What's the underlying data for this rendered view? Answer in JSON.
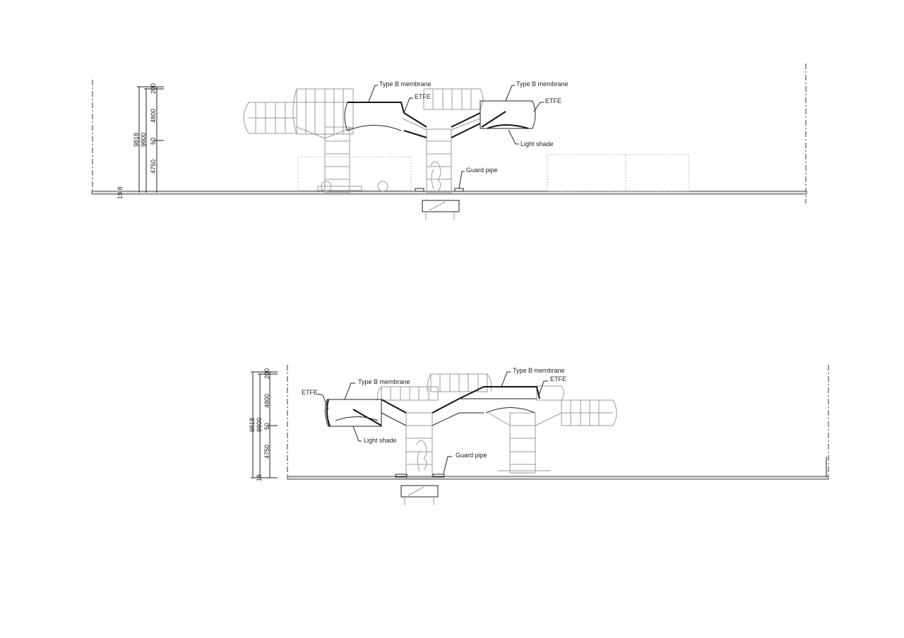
{
  "elevation_top": {
    "dimensions": {
      "total": "9818",
      "sub_total": "9800",
      "top": "200",
      "canopy": "4800",
      "gap": "50",
      "lower": "4750",
      "base": "19.8"
    },
    "labels": {
      "membrane_left": "Type B membrane",
      "membrane_right": "Type B membrane",
      "etfe_left": "ETFE",
      "etfe_right": "ETFE",
      "light_shade": "Light shade",
      "guard_pipe": "Guard pipe"
    }
  },
  "elevation_bottom": {
    "dimensions": {
      "total": "9818",
      "sub_total": "9800",
      "top": "200",
      "canopy": "4800",
      "gap": "50",
      "lower": "4750",
      "base": "18"
    },
    "labels": {
      "membrane_left": "Type B membrane",
      "membrane_right": "Type B membrane",
      "etfe_left": "ETFE",
      "etfe_right": "ETFE",
      "light_shade": "Light shade",
      "guard_pipe": "Guard pipe"
    }
  }
}
